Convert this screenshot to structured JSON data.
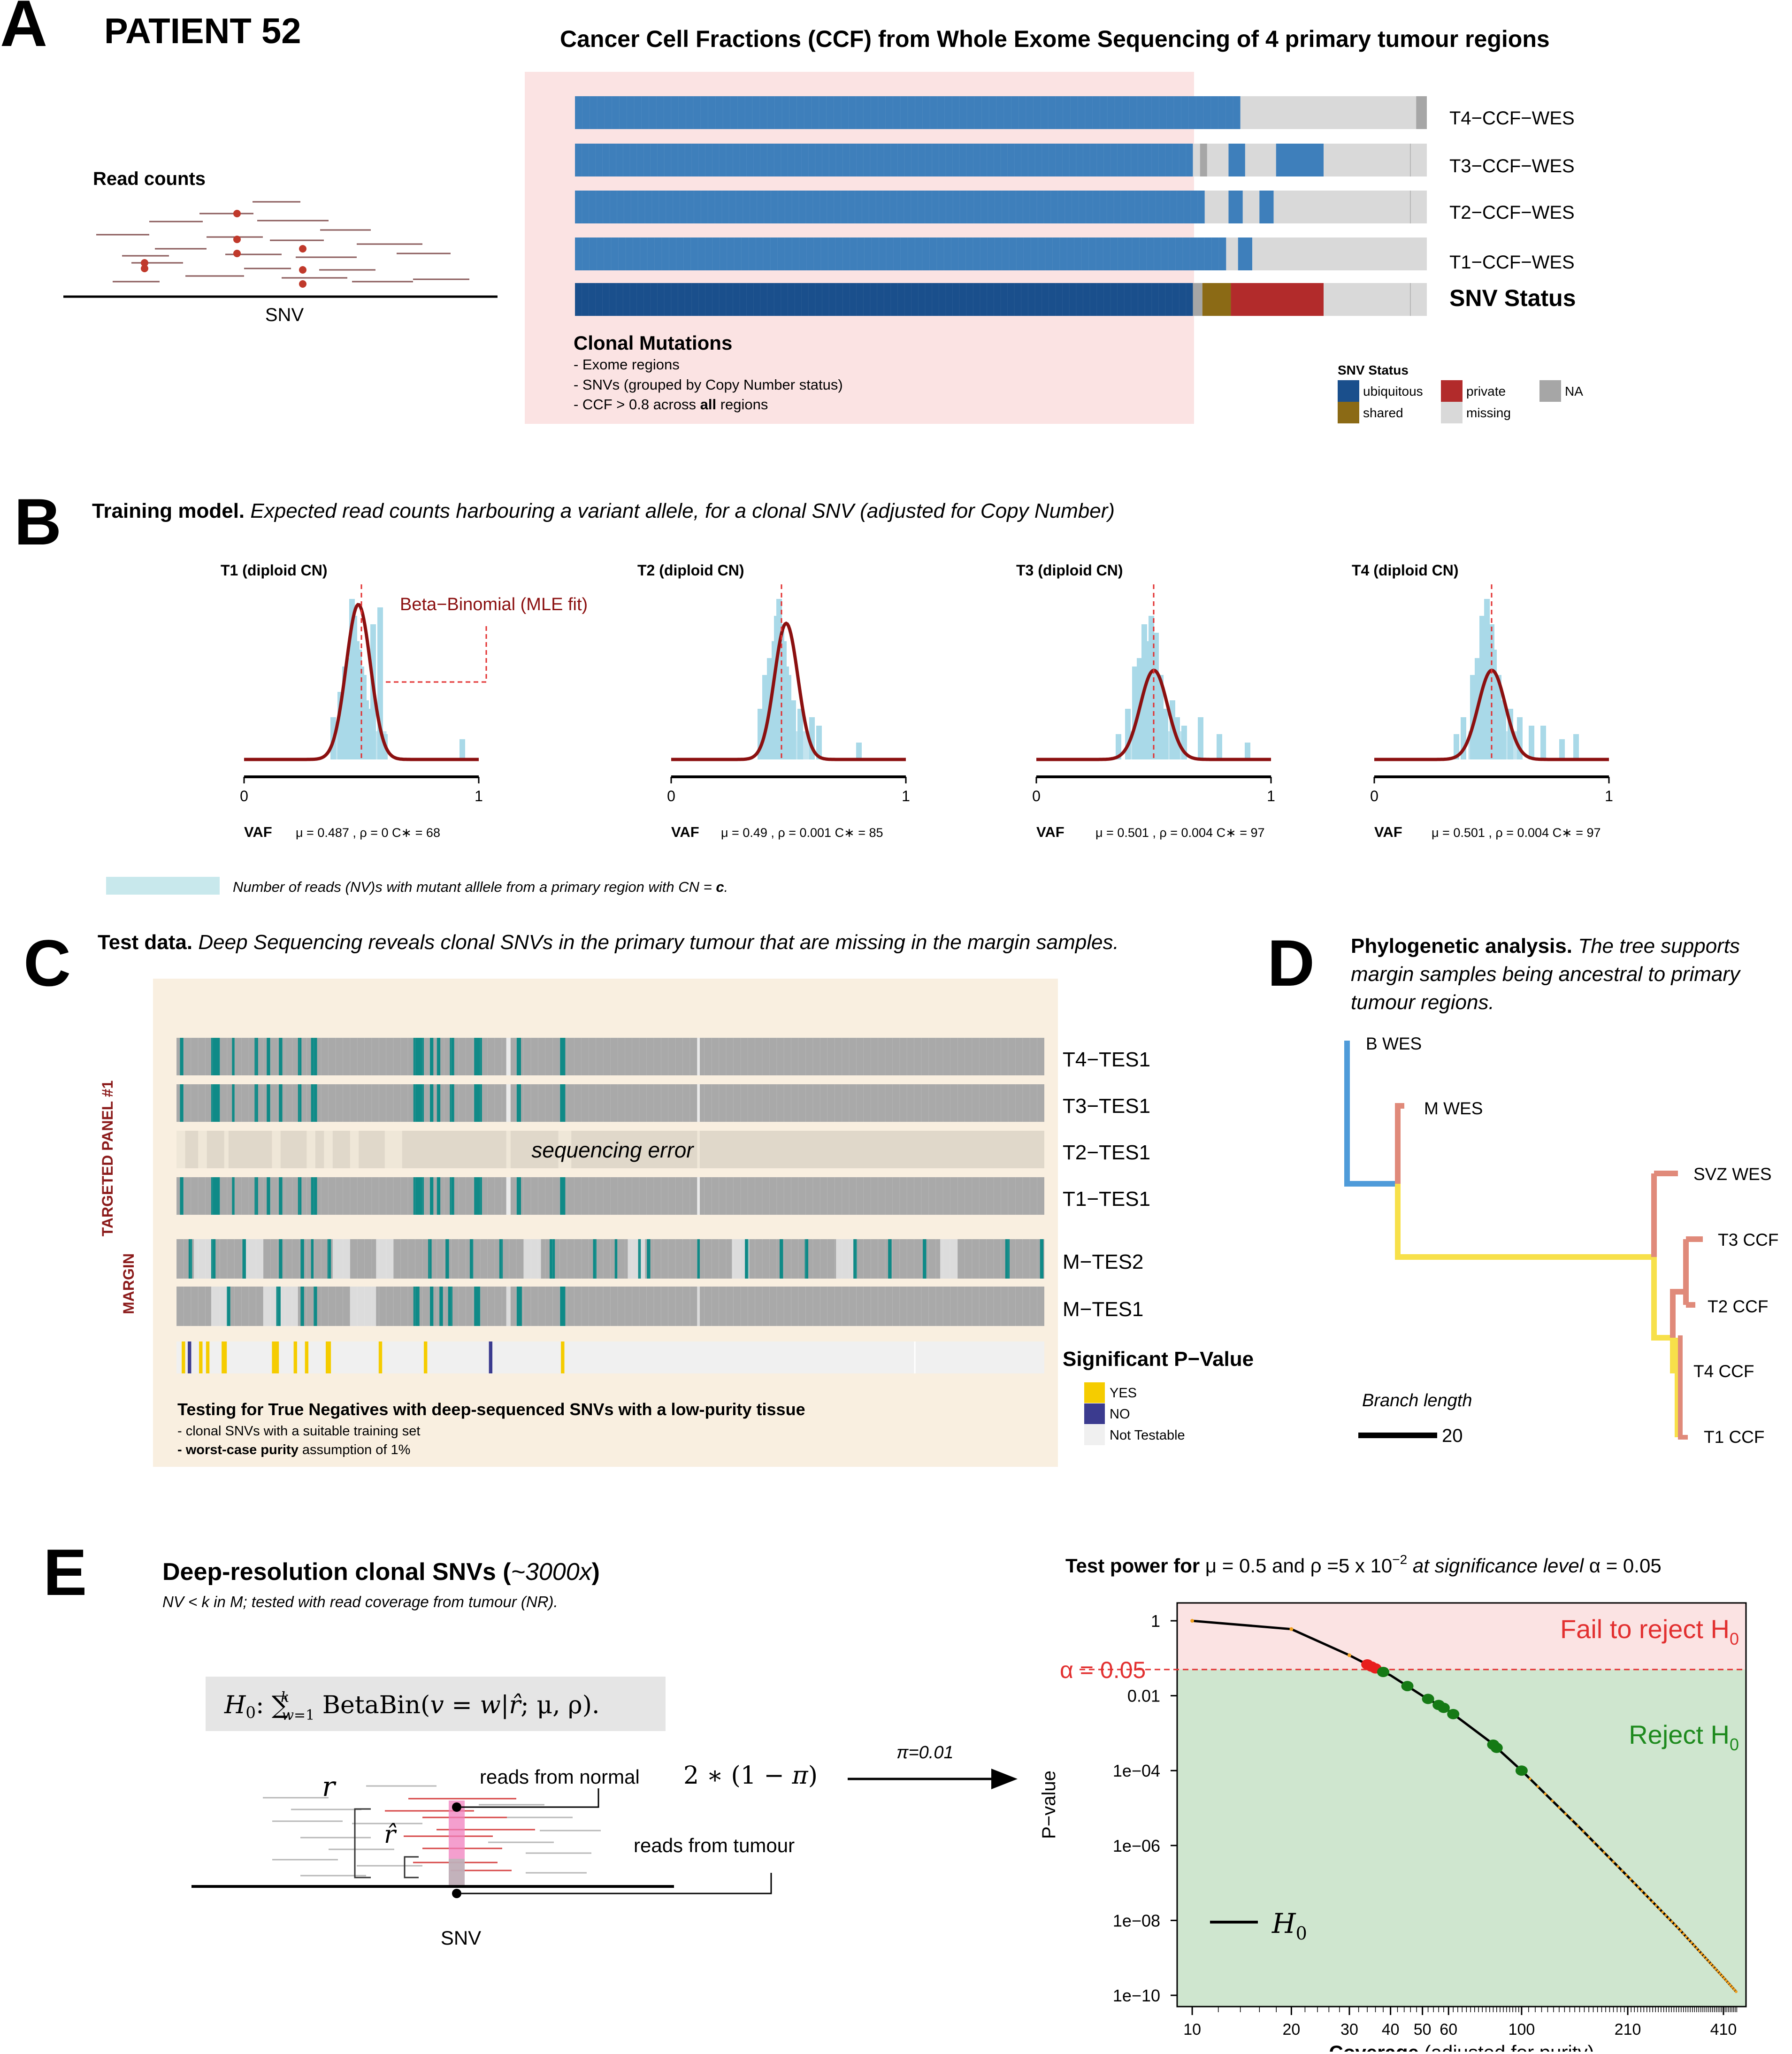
{
  "panelA": {
    "letter": "A",
    "patient": "PATIENT 52",
    "title": "Cancer Cell Fractions (CCF) from Whole Exome Sequencing of 4 primary tumour regions",
    "read_counts_label": "Read counts",
    "snv_label": "SNV",
    "rows": [
      "T4−CCF−WES",
      "T3−CCF−WES",
      "T2−CCF−WES",
      "T1−CCF−WES"
    ],
    "status_row_label": "SNV Status",
    "clonal_title": "Clonal Mutations",
    "clonal_items": [
      "- Exome regions",
      "- SNVs (grouped by Copy Number status)",
      "- CCF > 0.8 across "
    ],
    "clonal_item_bold": "all",
    "clonal_item_tail": " regions",
    "legend_title": "SNV Status",
    "legend": [
      {
        "label": "ubiquitous",
        "color": "#1a4f8c"
      },
      {
        "label": "shared",
        "color": "#8b6a15"
      },
      {
        "label": "private",
        "color": "#b22b2b"
      },
      {
        "label": "missing",
        "color": "#d9d9d9"
      },
      {
        "label": "NA",
        "color": "#a6a6a6"
      }
    ]
  },
  "panelB": {
    "letter": "B",
    "title_bold": "Training model.",
    "title_italic": " Expected read counts harbouring a variant allele, for a clonal SNV (adjusted for Copy Number)",
    "fit_label": "Beta−Binomial (MLE fit)",
    "xlabel": "VAF",
    "legend_text": "Number of reads (NV)s with mutant alllele from a primary region with CN = ",
    "legend_text_bold": "c",
    "legend_text_tail": ".",
    "histogram_color": "#a9d9e8",
    "curve_color": "#8b1010"
  },
  "panelC": {
    "letter": "C",
    "title_bold": "Test data.",
    "title_italic": " Deep Sequencing reveals clonal SNVs in the primary tumour that are missing in the margin samples.",
    "group1": "TARGETED PANEL #1",
    "group2": "MARGIN",
    "rows": [
      "T4−TES1",
      "T3−TES1",
      "T2−TES1",
      "T1−TES1",
      "M−TES2",
      "M−TES1"
    ],
    "seq_error": "sequencing error",
    "pval_title": "Significant P−Value",
    "pval_legend": [
      {
        "label": "YES",
        "color": "#f5cc00"
      },
      {
        "label": "NO",
        "color": "#3b3b8f"
      },
      {
        "label": "Not Testable",
        "color": "#f0f0f0"
      }
    ],
    "box_title": "Testing for True Negatives with deep-sequenced SNVs with a low-purity tissue",
    "box_item1": "- clonal SNVs with a suitable training set",
    "box_item2_bold": "- worst-case purity",
    "box_item2_tail": " assumption of 1%",
    "teal": "#0f8a87",
    "grey": "#a9a9a9"
  },
  "panelD": {
    "letter": "D",
    "title_bold": "Phylogenetic analysis.",
    "title_lines": [
      " The tree supports",
      "margin samples being ancestral to primary",
      "tumour regions."
    ],
    "tips": [
      "B WES",
      "M WES",
      "SVZ WES",
      "T3 CCF",
      "T2 CCF",
      "T4 CCF",
      "T1 CCF"
    ],
    "scale_label": "Branch length",
    "scale_value": "20"
  },
  "panelE": {
    "letter": "E",
    "title": "Deep-resolution clonal SNVs (",
    "title_italic": "~3000x",
    "title_tail": ")",
    "subtitle": "NV < k in M; tested with read coverage from tumour (NR).",
    "reads_normal": "reads from normal",
    "reads_tumour": "reads from tumour",
    "pi_label": "π=0.01",
    "snv_label": "SNV",
    "r_label": "r",
    "rhat_label": "r̂",
    "chart_title_a": "Test power for ",
    "chart_title_b": "μ = 0.5 and ρ =5 x 10",
    "chart_title_exp": "−2",
    "chart_title_c": " at significance level ",
    "chart_title_d": "α = 0.05",
    "fail_label": "Fail to reject H",
    "reject_label": "Reject H",
    "alpha_label": "α = 0.05",
    "legend_label": "H",
    "xlabel_bold": "Coverage",
    "xlabel_tail": " (adjusted for purity)"
  },
  "chart_data": [
    {
      "type": "bar",
      "title": "Cancer Cell Fractions (CCF) from Whole Exome Sequencing of 4 primary tumour regions",
      "categories": [
        "T4−CCF−WES",
        "T3−CCF−WES",
        "T2−CCF−WES",
        "T1−CCF−WES",
        "SNV Status"
      ]
    },
    {
      "type": "bar",
      "title": "T1 (diploid CN)",
      "xlabel": "VAF",
      "xlim": [
        0,
        1
      ],
      "vline": 0.5,
      "mu": 0.487,
      "rho": 0,
      "stats": "μ = 0.487 , ρ = 0 C∗ = 68",
      "bins": [
        0.38,
        0.41,
        0.43,
        0.45,
        0.46,
        0.47,
        0.48,
        0.49,
        0.5,
        0.51,
        0.52,
        0.53,
        0.55,
        0.58,
        0.6,
        0.93
      ],
      "heights": [
        0.25,
        0.4,
        0.55,
        0.6,
        0.95,
        0.85,
        0.7,
        0.65,
        0.55,
        0.5,
        0.35,
        0.3,
        0.8,
        0.9,
        0.15,
        0.12
      ]
    },
    {
      "type": "bar",
      "title": "T2 (diploid CN)",
      "xlabel": "VAF",
      "xlim": [
        0,
        1
      ],
      "vline": 0.47,
      "mu": 0.49,
      "rho": 0.001,
      "stats": "μ = 0.49 , ρ = 0.001 C∗ = 85",
      "bins": [
        0.38,
        0.4,
        0.42,
        0.44,
        0.45,
        0.46,
        0.47,
        0.48,
        0.49,
        0.5,
        0.52,
        0.55,
        0.6,
        0.63,
        0.8
      ],
      "heights": [
        0.3,
        0.5,
        0.6,
        0.7,
        0.85,
        0.95,
        0.8,
        0.7,
        0.55,
        0.5,
        0.35,
        0.3,
        0.25,
        0.2,
        0.1
      ]
    },
    {
      "type": "bar",
      "title": "T3 (diploid CN)",
      "xlabel": "VAF",
      "xlim": [
        0,
        1
      ],
      "vline": 0.5,
      "mu": 0.501,
      "rho": 0.004,
      "stats": "μ = 0.501 , ρ = 0.004 C∗ = 97",
      "bins": [
        0.35,
        0.39,
        0.42,
        0.44,
        0.46,
        0.48,
        0.49,
        0.5,
        0.51,
        0.53,
        0.55,
        0.58,
        0.6,
        0.63,
        0.7,
        0.78,
        0.9
      ],
      "heights": [
        0.15,
        0.3,
        0.55,
        0.6,
        0.8,
        0.7,
        0.85,
        0.65,
        0.75,
        0.5,
        0.3,
        0.35,
        0.25,
        0.2,
        0.25,
        0.15,
        0.1
      ]
    },
    {
      "type": "bar",
      "title": "T4 (diploid CN)",
      "xlabel": "VAF",
      "xlim": [
        0,
        1
      ],
      "vline": 0.5,
      "mu": 0.501,
      "rho": 0.004,
      "stats": "μ = 0.501 , ρ = 0.004 C∗ = 97",
      "bins": [
        0.35,
        0.38,
        0.42,
        0.44,
        0.46,
        0.48,
        0.49,
        0.5,
        0.51,
        0.53,
        0.55,
        0.58,
        0.62,
        0.67,
        0.72,
        0.8,
        0.86
      ],
      "heights": [
        0.15,
        0.25,
        0.5,
        0.6,
        0.85,
        0.95,
        0.75,
        0.8,
        0.65,
        0.5,
        0.35,
        0.3,
        0.25,
        0.2,
        0.2,
        0.12,
        0.15
      ]
    },
    {
      "type": "line",
      "title": "Test power for μ = 0.5 and ρ =5 x 10−2 at significance level α = 0.05",
      "xlabel": "Coverage (adjusted for purity)",
      "ylabel": "P−value",
      "xscale": "log",
      "yscale": "log",
      "xlim": [
        9,
        480
      ],
      "ylim": [
        5e-11,
        3
      ],
      "xticks": [
        10,
        20,
        30,
        40,
        50,
        60,
        100,
        210,
        410
      ],
      "yticks": [
        1,
        0.01,
        0.0001,
        1e-06,
        1e-08,
        1e-10
      ],
      "ytick_labels": [
        "1",
        "0.01",
        "1e−04",
        "1e−06",
        "1e−08",
        "1e−10"
      ],
      "alpha": 0.05,
      "curve_x": [
        10,
        20,
        30,
        35,
        40,
        50,
        60,
        80,
        100,
        150,
        210,
        300,
        410,
        450
      ],
      "curve_y": [
        1,
        0.6,
        0.12,
        0.06,
        0.035,
        0.01,
        0.004,
        0.0006,
        0.0001,
        3e-06,
        1.5e-07,
        6e-09,
        3e-10,
        1.2e-10
      ],
      "red_points_x": [
        34,
        35,
        36
      ],
      "green_points_x": [
        38,
        45,
        52,
        56,
        58,
        62,
        82,
        84,
        100
      ],
      "legend": [
        "H0"
      ]
    }
  ]
}
